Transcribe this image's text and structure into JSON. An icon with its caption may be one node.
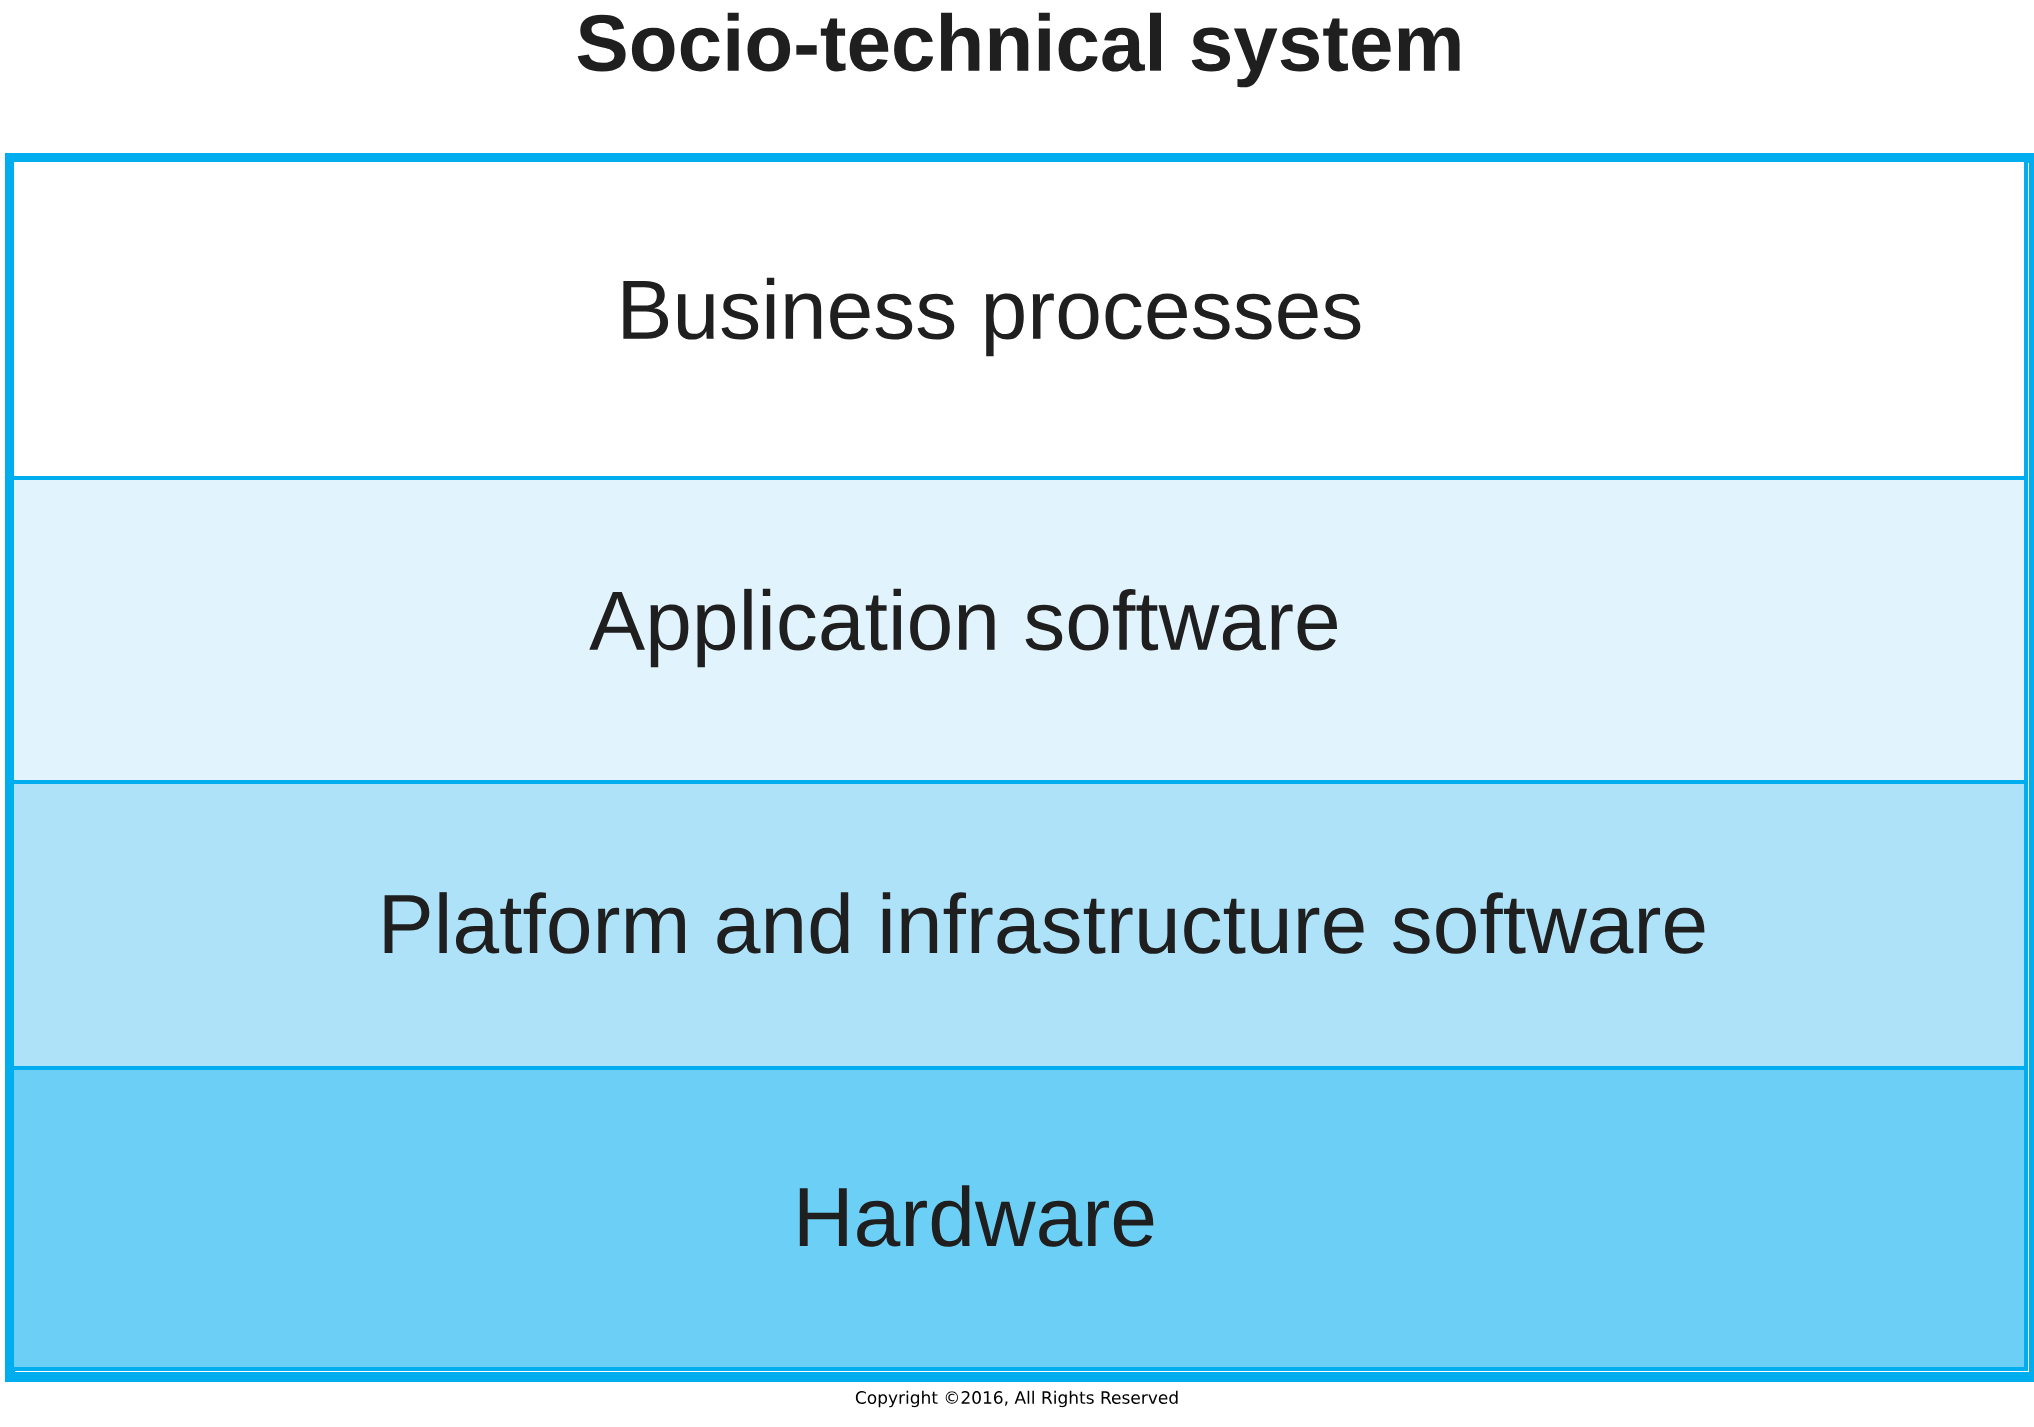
{
  "diagram": {
    "nodes": [
      {
        "text": [
          "Socio-technical system"
        ]
      },
      {
        "text": [
          "Business processes"
        ],
        "in": 0
      },
      {
        "text": [
          "Application software"
        ],
        "in": 0
      },
      {
        "text": [
          "Platform and infrastructure software"
        ],
        "in": 0
      },
      {
        "text": [
          "Hardware"
        ],
        "in": 0
      }
    ],
    "labels": [
      "Copyright ©2016, All Rights Reserved"
    ]
  }
}
